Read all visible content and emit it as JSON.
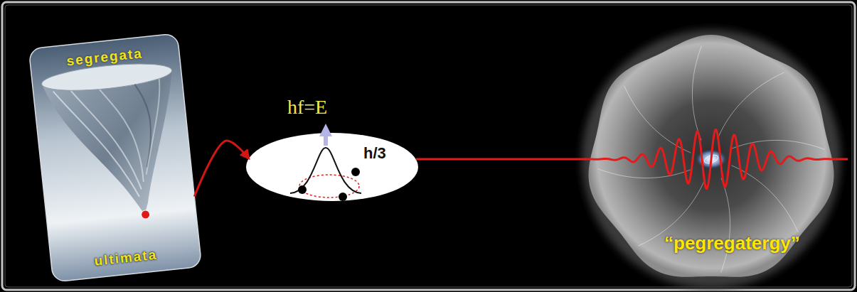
{
  "diagram": {
    "nodes": [
      {
        "text": [
          "segregata",
          "ultimata"
        ]
      },
      {
        "text": [
          "hf=E",
          "h/3"
        ]
      },
      {
        "text": [
          "“pegregatergy”"
        ]
      }
    ],
    "edges": [
      {
        "from": 0,
        "to": 1,
        "arrow": "to"
      },
      {
        "from": 1,
        "to": 2,
        "arrow": "none"
      }
    ]
  }
}
